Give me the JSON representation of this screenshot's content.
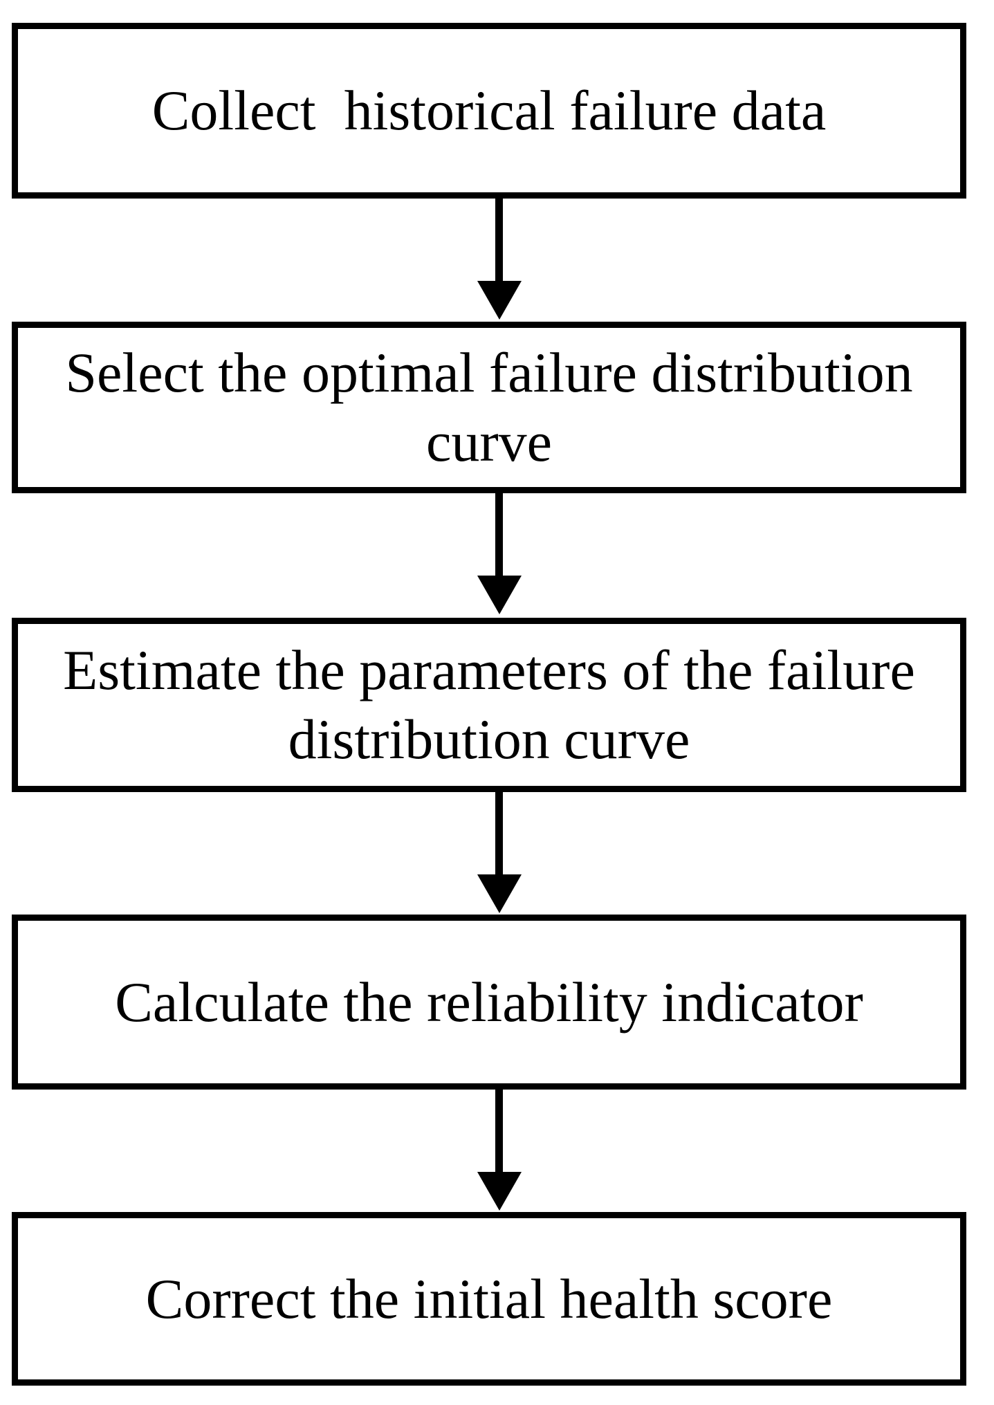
{
  "flowchart": {
    "type": "vertical-flowchart",
    "direction": "top-to-bottom",
    "connector_style": "solid-black-arrow-down",
    "steps": [
      {
        "label": "Collect  historical failure data"
      },
      {
        "label": "Select the optimal failure distribution\ncurve"
      },
      {
        "label": "Estimate the parameters of the failure\ndistribution curve"
      },
      {
        "label": "Calculate the reliability indicator"
      },
      {
        "label": "Correct the initial health score"
      }
    ]
  },
  "colors": {
    "box_border": "#000000",
    "box_fill": "#ffffff",
    "text": "#000000",
    "arrow": "#000000",
    "page_background": "#ffffff"
  }
}
